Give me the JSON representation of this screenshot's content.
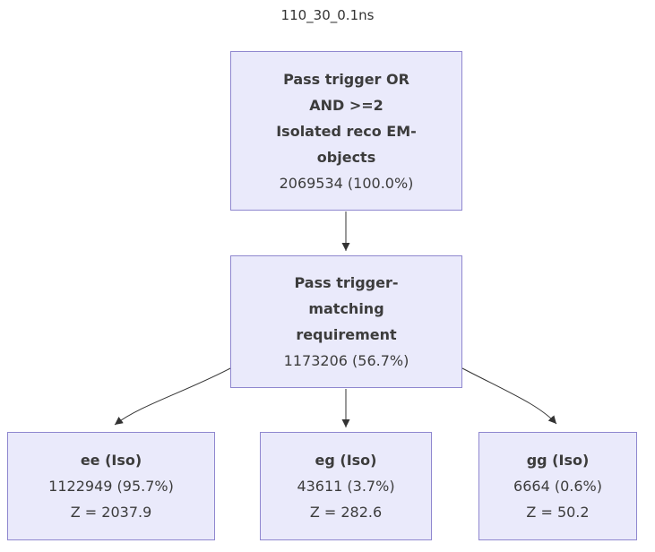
{
  "title": "110_30_0.1ns",
  "colors": {
    "box_fill": "#eaeafb",
    "box_border": "#8f87cf",
    "text": "#3c3c3c",
    "edge": "#333333"
  },
  "nodes": {
    "root": {
      "label_lines": [
        "Pass trigger OR",
        "AND >=2",
        "Isolated reco EM-",
        "objects"
      ],
      "count": "2069534 (100.0%)"
    },
    "match": {
      "label_lines": [
        "Pass trigger-",
        "matching",
        "requirement"
      ],
      "count": "1173206 (56.7%)"
    },
    "ee": {
      "label": "ee (Iso)",
      "count": "1122949 (95.7%)",
      "z": "Z = 2037.9"
    },
    "eg": {
      "label": "eg (Iso)",
      "count": "43611 (3.7%)",
      "z": "Z = 282.6"
    },
    "gg": {
      "label": "gg (Iso)",
      "count": "6664 (0.6%)",
      "z": "Z = 50.2"
    }
  }
}
